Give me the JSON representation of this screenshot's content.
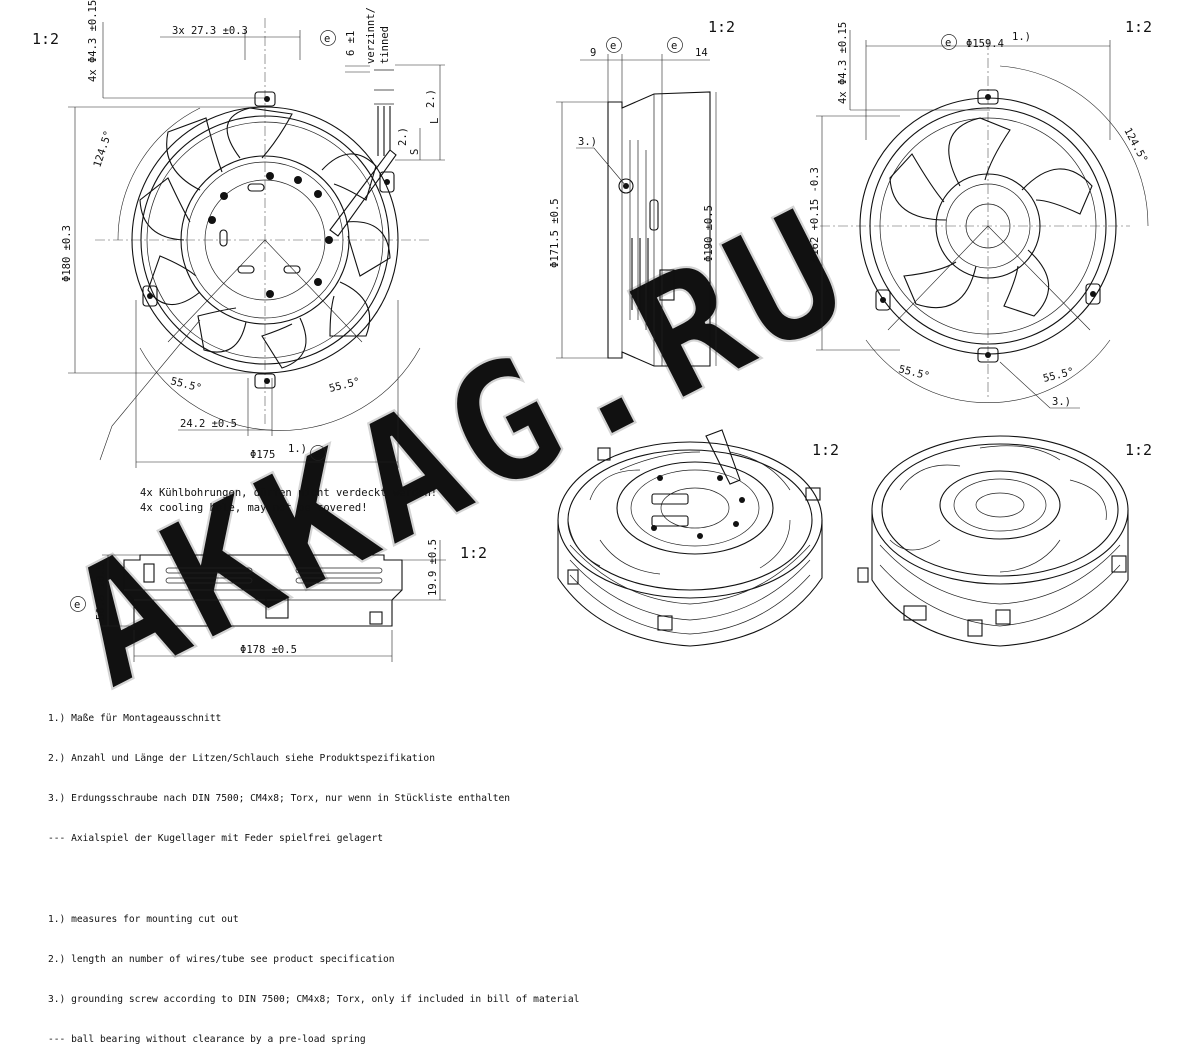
{
  "watermark": "AKKAG.RU",
  "scales": {
    "front": "1:2",
    "side": "1:2",
    "rear": "1:2",
    "bottom": "1:2",
    "iso_left": "1:2",
    "iso_right": "1:2"
  },
  "front_view": {
    "dim_holes": "4x Φ4.3 ±0.15",
    "dim_pitch": "3x 27.3 ±0.3",
    "dim_6": "6 ±1",
    "e_marker": "e",
    "wire_label_1": "verzinnt/",
    "wire_label_2": "tinned",
    "dim_L": "L",
    "note_2": "2.)",
    "dim_S": "S",
    "note_2b": "2.)",
    "dim_1245": "124.5°",
    "dim_180": "Φ180 ±0.3",
    "angle_left": "55.5°",
    "angle_right": "55.5°",
    "dim_242": "24.2 ±0.5",
    "dim_175": "Φ175",
    "note_1": "1.)",
    "cooling_de": "4x Kühlbohrungen, dürfen nicht verdeckt werden!",
    "cooling_en": "4x cooling hole, may not be covered!"
  },
  "side_view": {
    "dim_9": "9",
    "dim_14": "14",
    "note_3": "3.)",
    "dim_1715": "Φ171.5 ±0.5",
    "dim_190": "Φ190 ±0.5"
  },
  "rear_view": {
    "dim_1594": "Φ159.4",
    "note_1": "1.)",
    "dim_holes": "4x Φ4.3 ±0.15",
    "dim_1245": "124.5°",
    "dim_162": "Φ162 +0.15 -0.3",
    "angle_left": "55.5°",
    "angle_right": "55.5°",
    "note_3": "3.)"
  },
  "bottom_view": {
    "dim_508": "50.8 ±0.5",
    "dim_199": "19.9 ±0.5",
    "dim_178": "Φ178 ±0.5"
  },
  "notes_de": [
    "1.) Maße für Montageausschnitt",
    "2.) Anzahl und Länge der Litzen/Schlauch siehe Produktspezifikation",
    "3.) Erdungsschraube nach DIN 7500; CM4x8; Torx, nur wenn in Stückliste enthalten",
    "--- Axialspiel der Kugellager mit Feder spielfrei gelagert"
  ],
  "notes_en": [
    "1.) measures for mounting cut out",
    "2.) length an number of wires/tube see product specification",
    "3.) grounding screw according to DIN 7500; CM4x8; Torx, only if included in bill of material",
    "--- ball bearing without clearance by a pre-load spring"
  ]
}
